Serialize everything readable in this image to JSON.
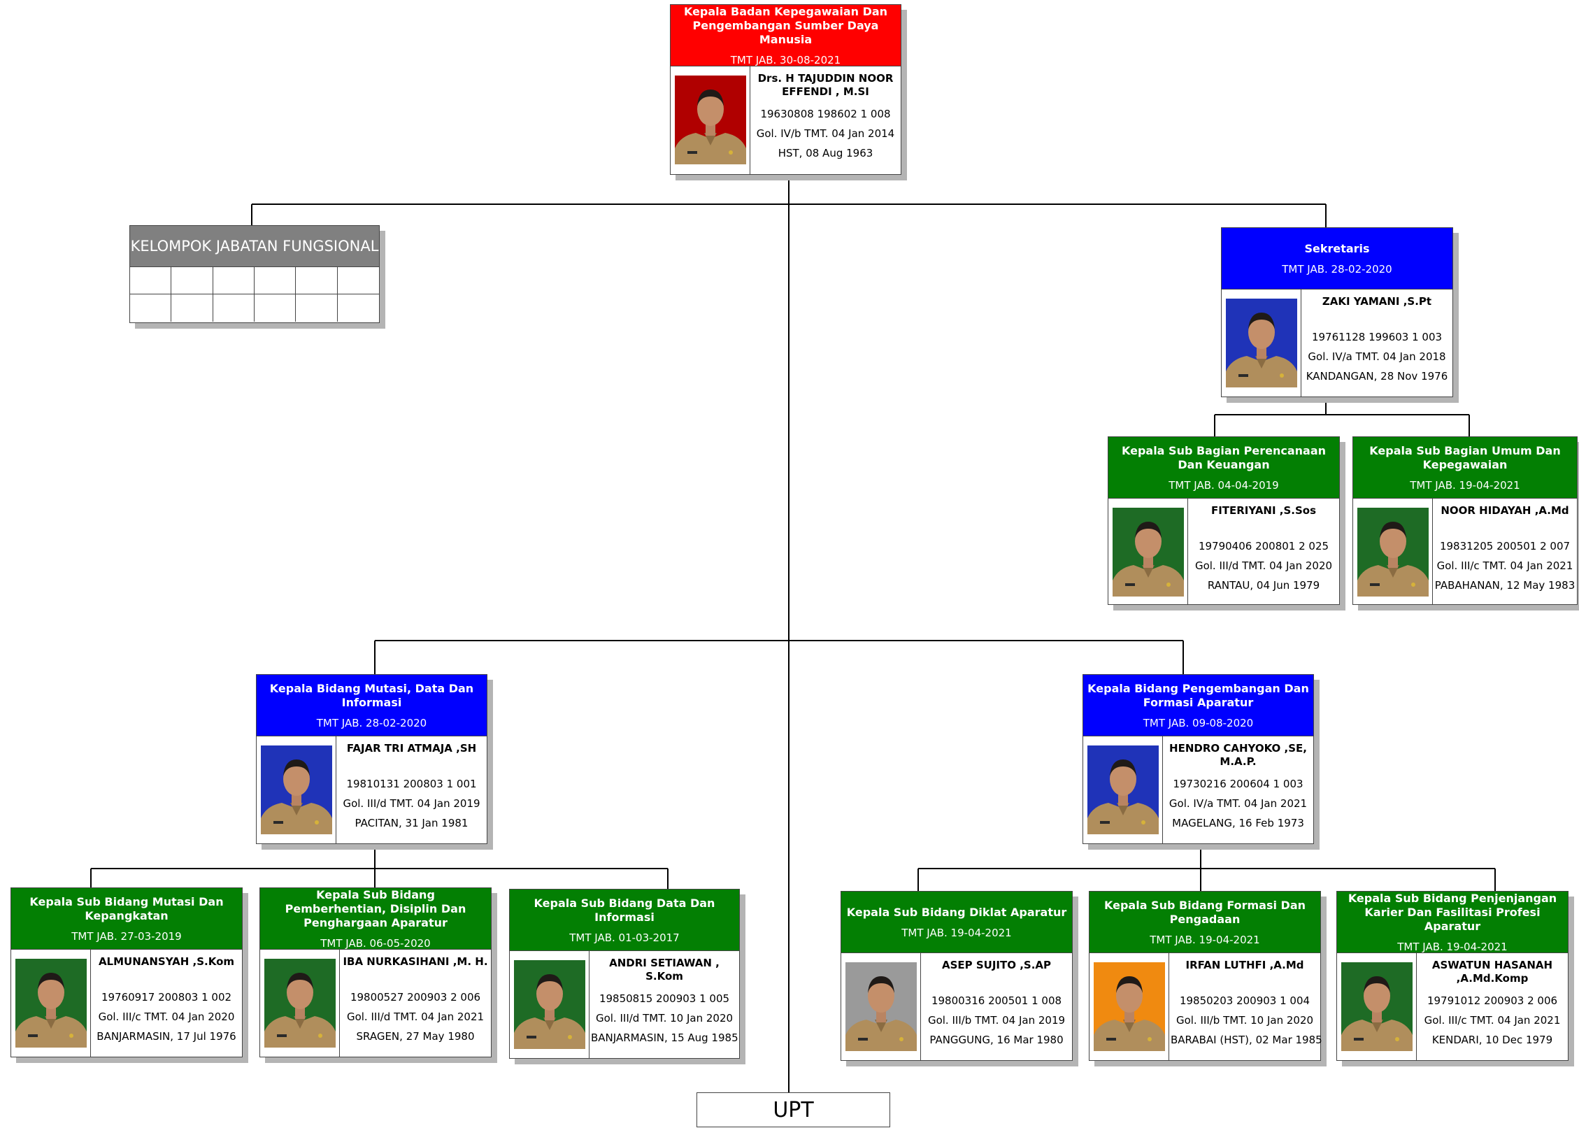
{
  "kelompok": {
    "title": "KELOMPOK JABATAN FUNGSIONAL"
  },
  "upt": {
    "label": "UPT"
  },
  "cards": {
    "kepala": {
      "title": "Kepala Badan Kepegawaian Dan Pengembangan Sumber Daya Manusia",
      "tmt": "TMT JAB. 30-08-2021",
      "name": "Drs. H TAJUDDIN NOOR EFFENDI , M.SI",
      "nip": "19630808 198602 1 008",
      "gol": "Gol. IV/b TMT. 04 Jan 2014",
      "ttl": "HST, 08 Aug 1963",
      "photo_bg": "#b00000"
    },
    "sekretaris": {
      "title": "Sekretaris",
      "tmt": "TMT JAB. 28-02-2020",
      "name": "ZAKI YAMANI ,S.Pt",
      "nip": "19761128 199603 1 003",
      "gol": "Gol. IV/a TMT. 04 Jan 2018",
      "ttl": "KANDANGAN, 28 Nov 1976",
      "photo_bg": "#1f33b8"
    },
    "perencanaan": {
      "title": "Kepala Sub Bagian Perencanaan Dan Keuangan",
      "tmt": "TMT JAB. 04-04-2019",
      "name": "FITERIYANI ,S.Sos",
      "nip": "19790406 200801 2 025",
      "gol": "Gol. III/d TMT. 04 Jan 2020",
      "ttl": "RANTAU, 04 Jun 1979",
      "photo_bg": "#1e6b25"
    },
    "umum": {
      "title": "Kepala Sub Bagian Umum Dan Kepegawaian",
      "tmt": "TMT JAB. 19-04-2021",
      "name": "NOOR HIDAYAH ,A.Md",
      "nip": "19831205 200501 2 007",
      "gol": "Gol. III/c TMT. 04 Jan 2021",
      "ttl": "PABAHANAN, 12 May 1983",
      "photo_bg": "#1e6b25"
    },
    "mutasi": {
      "title": "Kepala Bidang Mutasi, Data Dan Informasi",
      "tmt": "TMT JAB. 28-02-2020",
      "name": "FAJAR TRI ATMAJA ,SH",
      "nip": "19810131 200803 1 001",
      "gol": "Gol. III/d TMT. 04 Jan 2019",
      "ttl": "PACITAN, 31 Jan 1981",
      "photo_bg": "#1f33b8"
    },
    "pengembangan": {
      "title": "Kepala Bidang Pengembangan Dan Formasi Aparatur",
      "tmt": "TMT JAB. 09-08-2020",
      "name": "HENDRO CAHYOKO ,SE, M.A.P.",
      "nip": "19730216 200604 1 003",
      "gol": "Gol. IV/a TMT. 04 Jan 2021",
      "ttl": "MAGELANG, 16 Feb 1973",
      "photo_bg": "#1f33b8"
    },
    "sb_mutasi": {
      "title": "Kepala Sub Bidang Mutasi Dan Kepangkatan",
      "tmt": "TMT JAB. 27-03-2019",
      "name": "ALMUNANSYAH ,S.Kom",
      "nip": "19760917 200803 1 002",
      "gol": "Gol. III/c TMT. 04 Jan 2020",
      "ttl": "BANJARMASIN, 17 Jul 1976",
      "photo_bg": "#1e6b25"
    },
    "sb_pemberhentian": {
      "title": "Kepala Sub Bidang Pemberhentian, Disiplin Dan Penghargaan Aparatur",
      "tmt": "TMT JAB. 06-05-2020",
      "name": "IBA NURKASIHANI ,M. H.",
      "nip": "19800527 200903 2 006",
      "gol": "Gol. III/d TMT. 04 Jan 2021",
      "ttl": "SRAGEN, 27 May 1980",
      "photo_bg": "#1e6b25"
    },
    "sb_data": {
      "title": "Kepala Sub Bidang Data Dan Informasi",
      "tmt": "TMT JAB. 01-03-2017",
      "name": "ANDRI SETIAWAN , S.Kom",
      "nip": "19850815 200903 1 005",
      "gol": "Gol. III/d TMT. 10 Jan 2020",
      "ttl": "BANJARMASIN, 15 Aug 1985",
      "photo_bg": "#1e6b25"
    },
    "sb_diklat": {
      "title": "Kepala Sub Bidang Diklat Aparatur",
      "tmt": "TMT JAB. 19-04-2021",
      "name": "ASEP SUJITO ,S.AP",
      "nip": "19800316 200501 1 008",
      "gol": "Gol. III/b TMT. 04 Jan 2019",
      "ttl": "PANGGUNG, 16 Mar 1980",
      "photo_bg": "#9a9a9a"
    },
    "sb_formasi": {
      "title": "Kepala Sub Bidang Formasi Dan Pengadaan",
      "tmt": "TMT JAB. 19-04-2021",
      "name": "IRFAN LUTHFI ,A.Md",
      "nip": "19850203 200903 1 004",
      "gol": "Gol. III/b TMT. 10 Jan 2020",
      "ttl": "BARABAI (HST), 02 Mar 1985",
      "photo_bg": "#f08a10"
    },
    "sb_penjenjangan": {
      "title": "Kepala Sub Bidang Penjenjangan Karier Dan Fasilitasi Profesi Aparatur",
      "tmt": "TMT JAB. 19-04-2021",
      "name": "ASWATUN HASANAH ,A.Md.Komp",
      "nip": "19791012 200903 2 006",
      "gol": "Gol. III/c TMT. 04 Jan 2021",
      "ttl": "KENDARI, 10 Dec 1979",
      "photo_bg": "#1e6b25"
    }
  }
}
